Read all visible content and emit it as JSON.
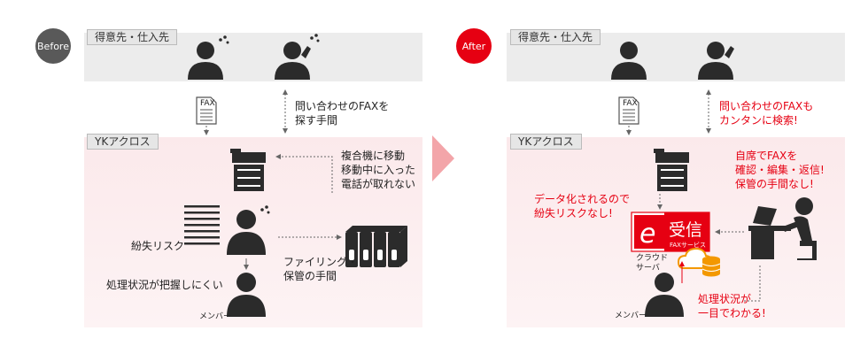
{
  "before": {
    "badge": "Before",
    "top_zone_tag": "得意先・仕入先",
    "bottom_zone_tag": "YKアクロス",
    "fax_doc_label": "FAX",
    "label_search": "問い合わせのFAXを\n探す手間",
    "label_mfp": "複合機に移動\n移動中に入った\n電話が取れない",
    "label_loss": "紛失リスク",
    "label_filing": "ファイリング・\n保管の手間",
    "label_status": "処理状況が把握しにくい",
    "label_member": "メンバー"
  },
  "after": {
    "badge": "After",
    "top_zone_tag": "得意先・仕入先",
    "bottom_zone_tag": "YKアクロス",
    "fax_doc_label": "FAX",
    "label_search": "問い合わせのFAXも\nカンタンに検索!",
    "label_desk": "自席でFAXを\n確認・編集・返信!\n保管の手間なし!",
    "label_data": "データ化されるので\n紛失リスクなし!",
    "logo_letter": "e",
    "logo_main": "受信",
    "logo_sub": "FAXサービス",
    "label_cloud": "クラウド\nサーバ",
    "label_status": "処理状況が\n一目でわかる!",
    "label_member": "メンバー"
  },
  "colors": {
    "accent": "#e60012",
    "before_badge": "#595959",
    "arrow": "#f3a5a9",
    "icon": "#2b2b2b"
  }
}
